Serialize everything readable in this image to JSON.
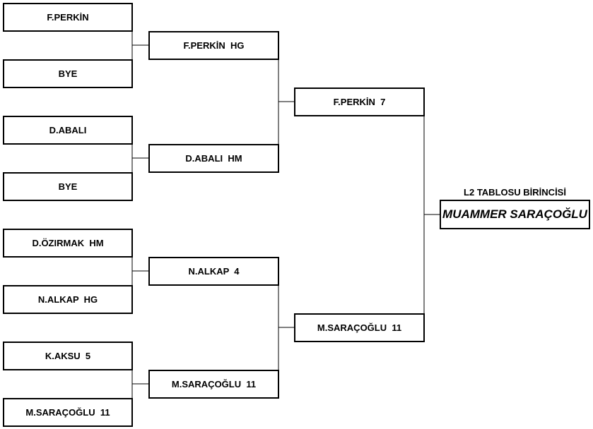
{
  "round1": [
    "F.PERKİN",
    "BYE",
    "D.ABALI",
    "BYE",
    "D.ÖZIRMAK  HM",
    "N.ALKAP  HG",
    "K.AKSU  5",
    "M.SARAÇOĞLU  11"
  ],
  "round2": [
    "F.PERKİN  HG",
    "D.ABALI  HM",
    "N.ALKAP  4",
    "M.SARAÇOĞLU  11"
  ],
  "semis": [
    "F.PERKİN  7",
    "M.SARAÇOĞLU  11"
  ],
  "final": {
    "caption": "L2 TABLOSU BİRİNCİSİ",
    "winner": "MUAMMER SARAÇOĞLU"
  }
}
